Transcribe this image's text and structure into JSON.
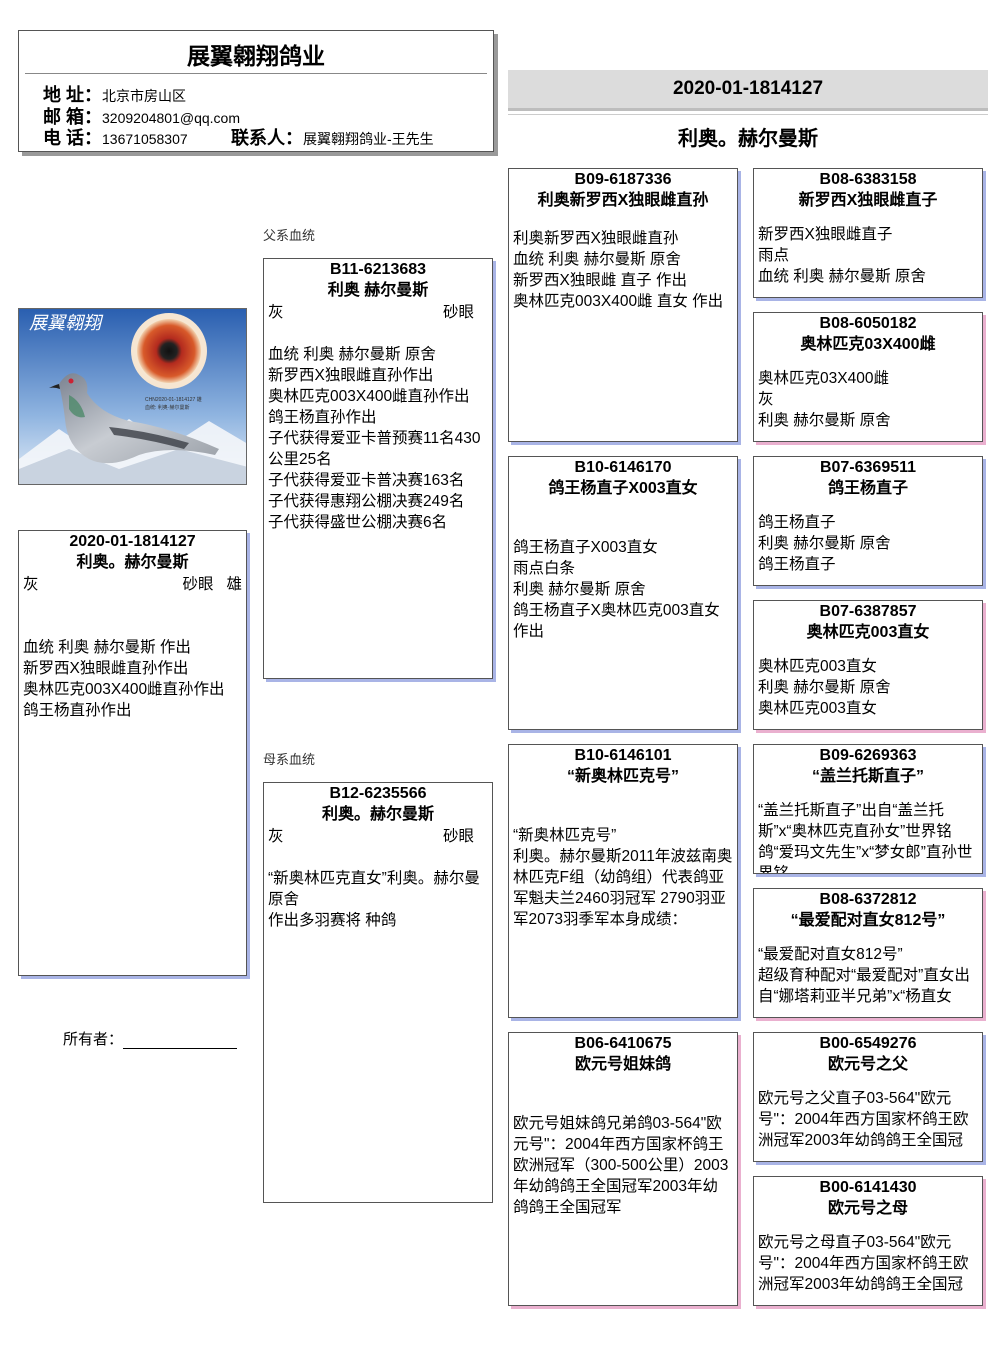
{
  "header": {
    "company": "展翼翱翔鸽业",
    "address_label": "地  址：",
    "address": "北京市房山区",
    "email_label": "邮  箱：",
    "email": "3209204801@qq.com",
    "phone_label": "电  话：",
    "phone": "13671058307",
    "contact_label": "联系人：",
    "contact": "展翼翱翔鸽业-王先生"
  },
  "title_bar": {
    "ring": "2020-01-1814127",
    "name": "利奥。赫尔曼斯"
  },
  "photo": {
    "caption_title": "展翼翱翔",
    "caption_small": "CHN2020-01-1814127 雄",
    "caption_small2": "血统: 利奥·赫尔曼斯"
  },
  "subject": {
    "ring": "2020-01-1814127",
    "name": "利奥。赫尔曼斯",
    "color": "灰",
    "eye": "砂眼",
    "sex": "雄",
    "notes": "血统 利奥 赫尔曼斯 作出\n新罗西X独眼雌直孙作出\n奥林匹克003X400雌直孙作出\n鸽王杨直孙作出"
  },
  "owner": {
    "label": "所有者："
  },
  "labels": {
    "sire_side": "父系血统",
    "dam_side": "母系血统"
  },
  "sire": {
    "ring": "B11-6213683",
    "name": "利奥 赫尔曼斯",
    "color": "灰",
    "eye": "砂眼",
    "notes": "血统 利奥 赫尔曼斯 原舍\n新罗西X独眼雌直孙作出\n奥林匹克003X400雌直孙作出\n鸽王杨直孙作出\n子代获得爱亚卡普预赛11名430公里25名\n子代获得爱亚卡普决赛163名\n子代获得惠翔公棚决赛249名\n子代获得盛世公棚决赛6名"
  },
  "dam": {
    "ring": "B12-6235566",
    "name": "利奥。赫尔曼斯",
    "color": "灰",
    "eye": "砂眼",
    "notes": "“新奥林匹克直女”利奥。赫尔曼原舍\n作出多羽赛将 种鸽"
  },
  "ss": {
    "ring": "B09-6187336",
    "name": "利奥新罗西X独眼雌直孙",
    "notes": "利奥新罗西X独眼雌直孙\n血统 利奥 赫尔曼斯 原舍\n新罗西X独眼雌 直子 作出\n奥林匹克003X400雌 直女 作出"
  },
  "sd": {
    "ring": "B10-6146170",
    "name": "鸽王杨直子X003直女",
    "notes": "鸽王杨直子X003直女\n雨点白条\n利奥 赫尔曼斯 原舍\n鸽王杨直子X奥林匹克003直女作出"
  },
  "ds": {
    "ring": "B10-6146101",
    "name": "“新奥林匹克号”",
    "notes": "“新奥林匹克号”\n利奥。赫尔曼斯2011年波兹南奥林匹克F组（幼鸽组）代表鸽亚军魁夫兰2460羽冠军 2790羽亚军2073羽季军本身成绩："
  },
  "dd": {
    "ring": "B06-6410675",
    "name": "欧元号姐妹鸽",
    "notes": "欧元号姐妹鸽兄弟鸽03-564\"欧元号\"：2004年西方国家杯鸽王欧洲冠军（300-500公里）2003年幼鸽鸽王全国冠军2003年幼鸽鸽王全国冠军"
  },
  "sss": {
    "ring": "B08-6383158",
    "name": "新罗西X独眼雌直子",
    "notes": "新罗西X独眼雌直子\n雨点\n血统 利奥 赫尔曼斯 原舍"
  },
  "ssd": {
    "ring": "B08-6050182",
    "name": "奥林匹克03X400雌",
    "notes": "奥林匹克03X400雌\n灰\n利奥 赫尔曼斯 原舍"
  },
  "sds": {
    "ring": "B07-6369511",
    "name": "鸽王杨直子",
    "notes": "鸽王杨直子\n利奥 赫尔曼斯 原舍\n鸽王杨直子"
  },
  "sdd": {
    "ring": "B07-6387857",
    "name": "奥林匹克003直女",
    "notes": "奥林匹克003直女\n利奥 赫尔曼斯 原舍\n奥林匹克003直女"
  },
  "dss": {
    "ring": "B09-6269363",
    "name": "“盖兰托斯直子”",
    "notes": "“盖兰托斯直子”出自“盖兰托斯”x“奥林匹克直孙女”世界铭鸽“爱玛文先生”x“梦女郎”直孙世界铭"
  },
  "dsd": {
    "ring": "B08-6372812",
    "name": "“最爱配对直女812号”",
    "notes": "“最爱配对直女812号”\n超级育种配对“最爱配对”直女出自“娜塔莉亚半兄弟”x“杨直女"
  },
  "dds": {
    "ring": "B00-6549276",
    "name": "欧元号之父",
    "notes": "欧元号之父直子03-564\"欧元号\"：2004年西方国家杯鸽王欧洲冠军2003年幼鸽鸽王全国冠"
  },
  "ddd": {
    "ring": "B00-6141430",
    "name": "欧元号之母",
    "notes": "欧元号之母直子03-564\"欧元号\"：2004年西方国家杯鸽王欧洲冠军2003年幼鸽鸽王全国冠"
  }
}
